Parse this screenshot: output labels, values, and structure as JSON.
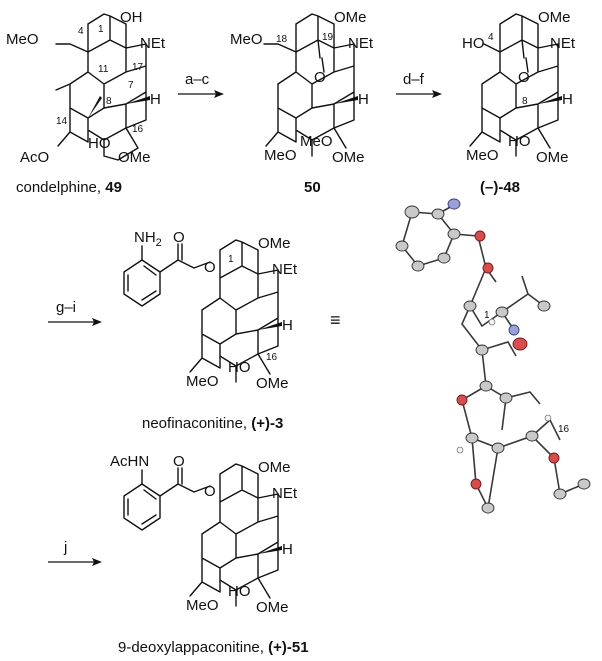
{
  "compounds": {
    "condelphine": {
      "name": "condelphine, ",
      "number": "49",
      "labels": {
        "meo": "MeO",
        "oh": "OH",
        "net": "NEt",
        "aco": "AcO",
        "ho": "HO",
        "ome": "OMe",
        "h": "H"
      },
      "locants": {
        "c4": "4",
        "c1": "1",
        "c11": "11",
        "c17": "17",
        "c7": "7",
        "c8": "8",
        "c14": "14",
        "c16": "16"
      }
    },
    "c50": {
      "number": "50",
      "labels": {
        "meo_top": "MeO",
        "ome_top": "OMe",
        "net": "NEt",
        "o": "O",
        "h": "H",
        "meo_b1": "MeO",
        "meo_b2": "MeO",
        "ome_b": "OMe"
      },
      "locants": {
        "c18": "18",
        "c19": "19"
      }
    },
    "c48": {
      "number": "(–)-48",
      "labels": {
        "ho_top": "HO",
        "ome_top": "OMe",
        "net": "NEt",
        "o": "O",
        "h": "H",
        "meo_b": "MeO",
        "ho_b": "HO",
        "ome_b": "OMe"
      },
      "locants": {
        "c4": "4",
        "c8": "8"
      }
    },
    "neofinaconitine": {
      "name": "neofinaconitine, ",
      "number": "(+)-3",
      "labels": {
        "nh2": "NH",
        "nh2_sub": "2",
        "o_ester": "O",
        "o_carbonyl": "O",
        "ome_top": "OMe",
        "net": "NEt",
        "h": "H",
        "meo_b": "MeO",
        "ho_b": "HO",
        "ome_b": "OMe"
      },
      "locants": {
        "c1": "1",
        "c16": "16"
      }
    },
    "deoxylappaconitine": {
      "name": "9-deoxylappaconitine, ",
      "number": "(+)-51",
      "labels": {
        "achn": "AcHN",
        "o_ester": "O",
        "o_carbonyl": "O",
        "ome_top": "OMe",
        "net": "NEt",
        "h": "H",
        "meo_b": "MeO",
        "ho_b": "HO",
        "ome_b": "OMe"
      }
    }
  },
  "arrows": [
    {
      "label": "a–c"
    },
    {
      "label": "d–f"
    },
    {
      "label": "g–i"
    },
    {
      "label": "j"
    }
  ],
  "equivalence_symbol": "≡",
  "xray_labels": {
    "c1": "1",
    "c16": "16"
  }
}
